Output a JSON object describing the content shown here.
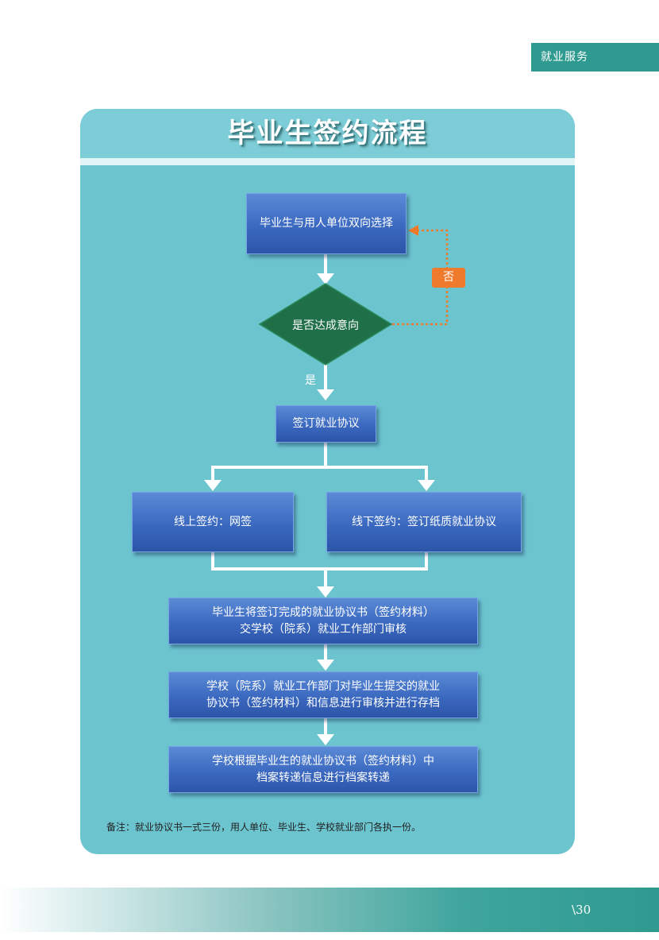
{
  "header": {
    "section": "就业服务"
  },
  "panel": {
    "title": "毕业生签约流程"
  },
  "flow": {
    "step_select": "毕业生与用人单位双向选择",
    "decision": "是否达成意向",
    "yes_label": "是",
    "no_label": "否",
    "step_sign": "签订就业协议",
    "online": "线上签约：网签",
    "offline": "线下签约：签订纸质就业协议",
    "step_submit": "毕业生将签订完成的就业协议书（签约材料）\n交学校（院系）就业工作部门审核",
    "step_review": "学校（院系）就业工作部门对毕业生提交的就业\n协议书（签约材料）和信息进行审核并进行存档",
    "step_transfer": "学校根据毕业生的就业协议书（签约材料）中\n档案转递信息进行档案转递"
  },
  "note": "备注：就业协议书一式三份，用人单位、毕业生、学校就业部门各执一份。",
  "footer": {
    "page_number": "\\30"
  },
  "colors": {
    "accent": "#2f9a90",
    "panel": "#6cc4cf",
    "box": "#3b69c0",
    "decision": "#1e6b45",
    "no_path": "#f07a2c"
  }
}
